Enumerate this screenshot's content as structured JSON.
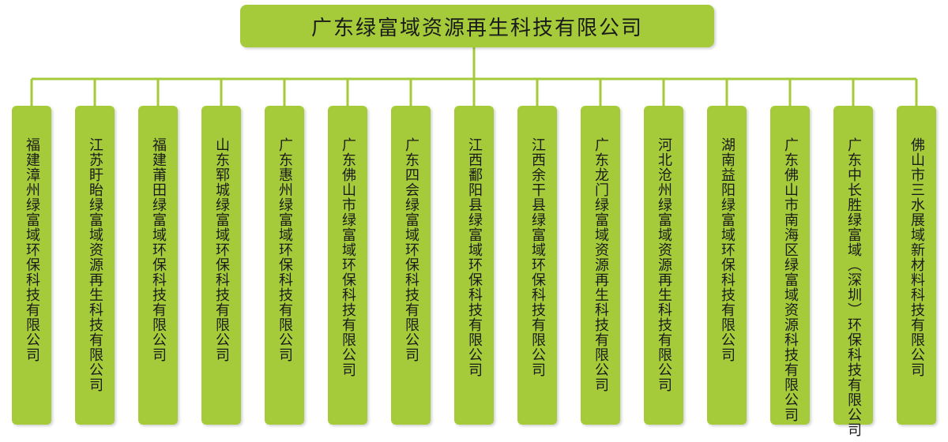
{
  "theme": {
    "box_color": "#a5cb3b",
    "line_color": "#a5cb3b",
    "text_color": "#1a1a1a"
  },
  "root": {
    "label": "广东绿富域资源再生科技有限公司"
  },
  "children": [
    {
      "label": "福建漳州绿富域环保科技有限公司"
    },
    {
      "label": "江苏盱眙绿富域资源再生科技有限公司"
    },
    {
      "label": "福建莆田绿富域环保科技有限公司"
    },
    {
      "label": "山东郓城绿富域环保科技有限公司"
    },
    {
      "label": "广东惠州绿富域环保科技有限公司"
    },
    {
      "label": "广东佛山市绿富域环保科技有限公司"
    },
    {
      "label": "广东四会绿富域环保科技有限公司"
    },
    {
      "label": "江西鄱阳县绿富域环保科技有限公司"
    },
    {
      "label": "江西余干县绿富域环保科技有限公司"
    },
    {
      "label": "广东龙门绿富域资源再生科技有限公司"
    },
    {
      "label": "河北沧州绿富域资源再生科技有限公司"
    },
    {
      "label": "湖南益阳绿富域环保科技有限公司"
    },
    {
      "label": "广东佛山市南海区绿富域资源科技有限公司"
    },
    {
      "label": "广东中长胜绿富域（深圳）环保科技有限公司"
    },
    {
      "label": "佛山市三水展域新材料科技有限公司"
    }
  ]
}
